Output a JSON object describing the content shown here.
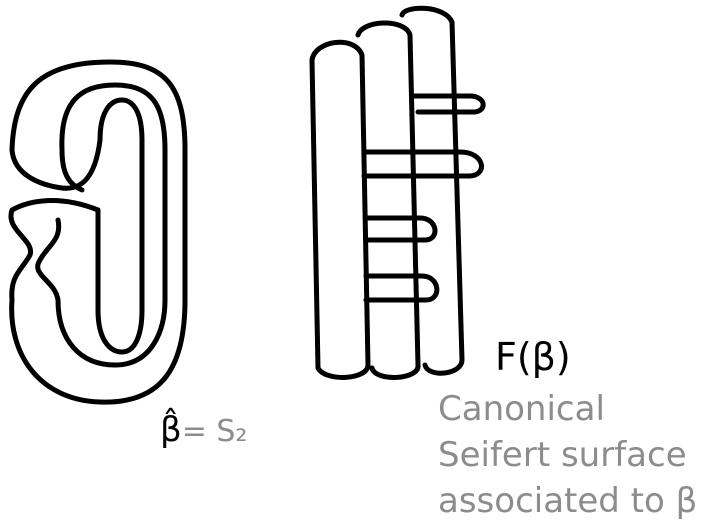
{
  "labels": {
    "closure_symbol": "β̂",
    "closure_equals": "= S₂",
    "surface_label": "F(β)"
  },
  "caption": {
    "line1": "Canonical",
    "line2": "Seifert surface",
    "line3": "associated to β"
  },
  "colors": {
    "ink": "#000000",
    "annotation": "#8c8c8c"
  }
}
